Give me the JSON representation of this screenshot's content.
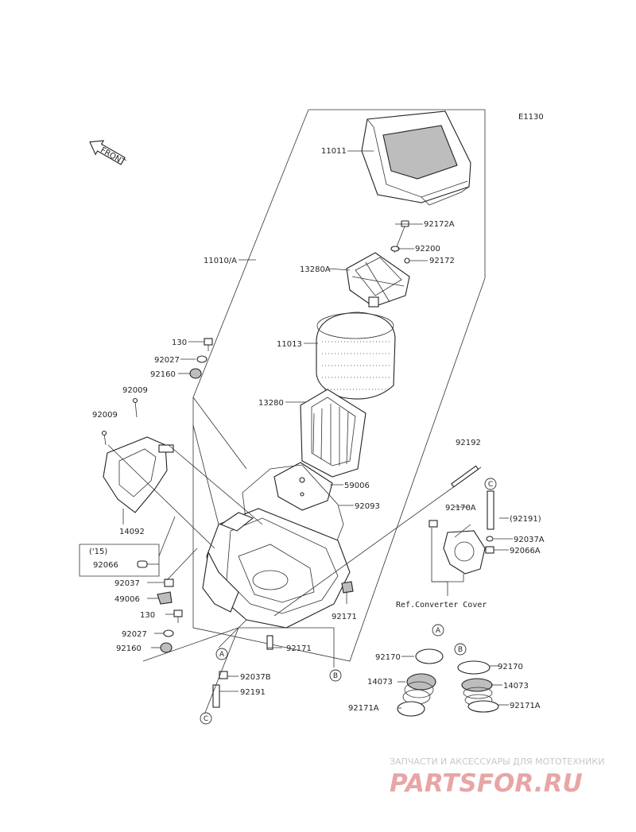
{
  "diagram_code": "E1130",
  "front_label": "FRONT",
  "labels": [
    {
      "id": "11011",
      "text": "11011"
    },
    {
      "id": "92172A",
      "text": "92172A"
    },
    {
      "id": "92200",
      "text": "92200"
    },
    {
      "id": "13280A",
      "text": "13280A"
    },
    {
      "id": "92172",
      "text": "92172"
    },
    {
      "id": "11010A",
      "text": "11010/A"
    },
    {
      "id": "11013",
      "text": "11013"
    },
    {
      "id": "130_top",
      "text": "130"
    },
    {
      "id": "92027_top",
      "text": "92027"
    },
    {
      "id": "92160_top",
      "text": "92160"
    },
    {
      "id": "92009_a",
      "text": "92009"
    },
    {
      "id": "92009_b",
      "text": "92009"
    },
    {
      "id": "13280",
      "text": "13280"
    },
    {
      "id": "92192",
      "text": "92192"
    },
    {
      "id": "59006",
      "text": "59006"
    },
    {
      "id": "92093",
      "text": "92093"
    },
    {
      "id": "92170A",
      "text": "92170A"
    },
    {
      "id": "92191_paren",
      "text": "(92191)"
    },
    {
      "id": "92037A",
      "text": "92037A"
    },
    {
      "id": "92066A",
      "text": "92066A"
    },
    {
      "id": "14092",
      "text": "14092"
    },
    {
      "id": "note_15",
      "text": "('15)"
    },
    {
      "id": "92066",
      "text": "92066"
    },
    {
      "id": "92037",
      "text": "92037"
    },
    {
      "id": "49006",
      "text": "49006"
    },
    {
      "id": "130_bot",
      "text": "130"
    },
    {
      "id": "92171_mid",
      "text": "92171"
    },
    {
      "id": "92027_bot",
      "text": "92027"
    },
    {
      "id": "92171_low",
      "text": "92171"
    },
    {
      "id": "92160_bot",
      "text": "92160"
    },
    {
      "id": "92037B",
      "text": "92037B"
    },
    {
      "id": "92191",
      "text": "92191"
    },
    {
      "id": "92170_left",
      "text": "92170"
    },
    {
      "id": "92170_right",
      "text": "92170"
    },
    {
      "id": "14073_left",
      "text": "14073"
    },
    {
      "id": "14073_right",
      "text": "14073"
    },
    {
      "id": "92171A_left",
      "text": "92171A"
    },
    {
      "id": "92171A_right",
      "text": "92171A"
    }
  ],
  "ref_converter_cover": "Ref.Converter Cover",
  "callouts": {
    "a": "A",
    "b": "B",
    "c": "C"
  },
  "watermark": {
    "subtitle": "ЗАПЧАСТИ И АКСЕССУАРЫ ДЛЯ МОТОТЕХНИКИ",
    "brand": "PARTSFOR.RU",
    "brand_color": "#e59a9a"
  }
}
